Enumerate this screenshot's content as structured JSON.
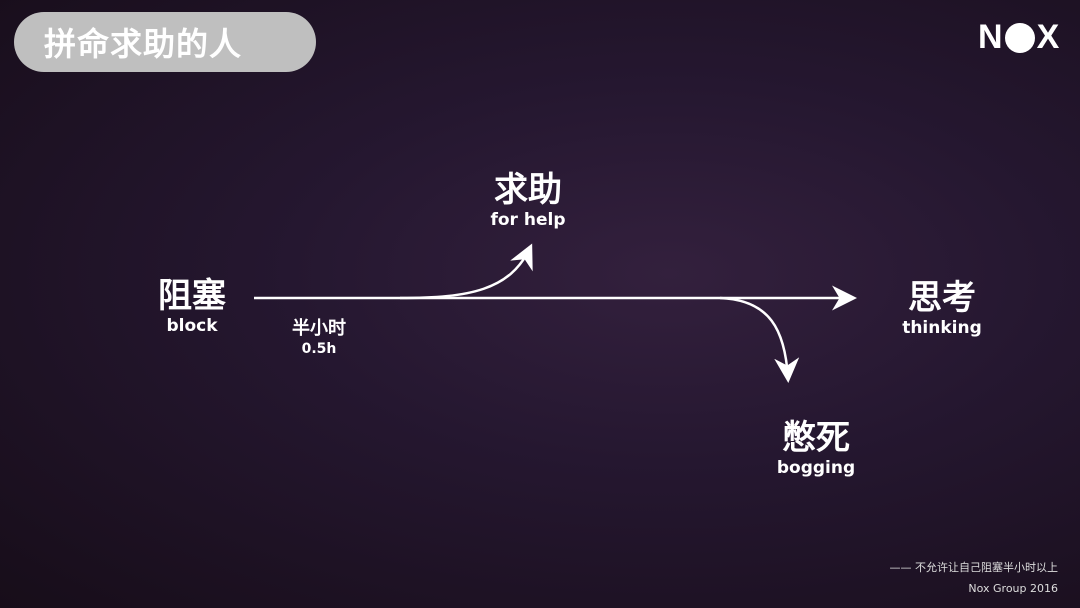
{
  "title": "拼命求助的人",
  "logo": "NOX",
  "nodes": {
    "block": {
      "zh": "阻塞",
      "en": "block"
    },
    "help": {
      "zh": "求助",
      "en": "for help"
    },
    "thinking": {
      "zh": "思考",
      "en": "thinking"
    },
    "bogging": {
      "zh": "憋死",
      "en": "bogging"
    },
    "time": {
      "zh": "半小时",
      "en": "0.5h"
    }
  },
  "footer": {
    "quote": "—— 不允许让自己阻塞半小时以上",
    "credit": "Nox Group 2016"
  }
}
